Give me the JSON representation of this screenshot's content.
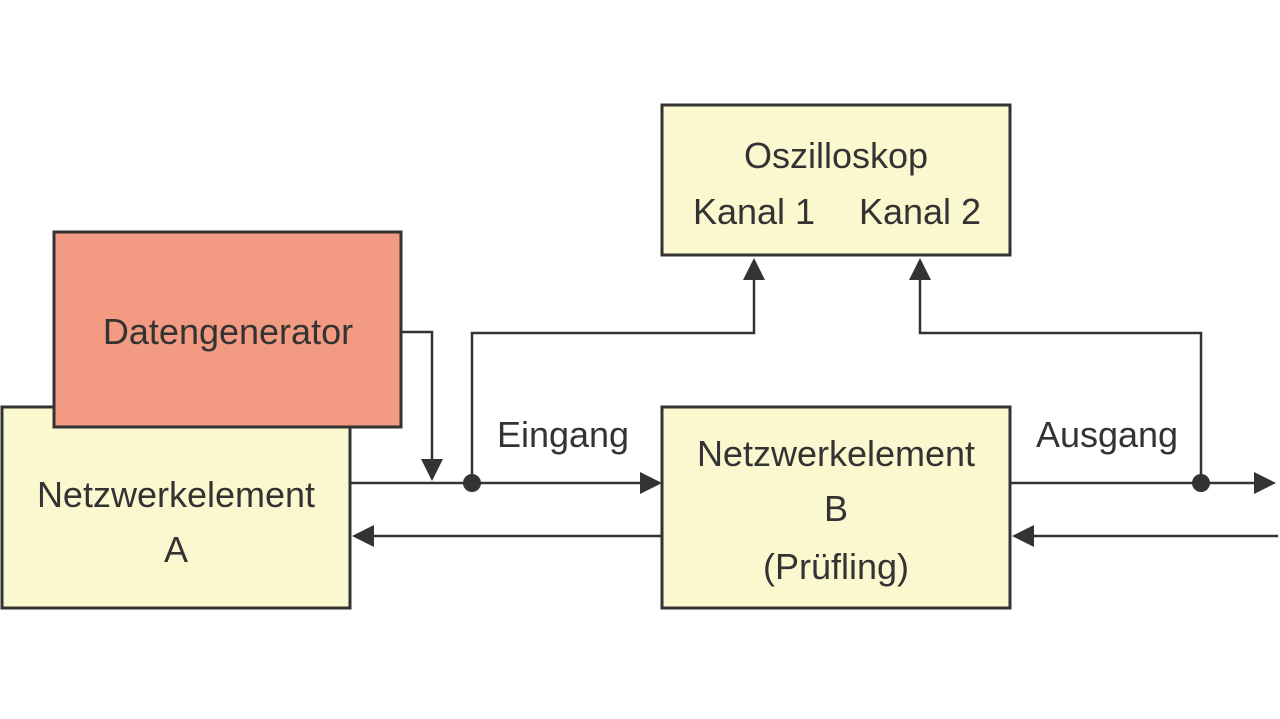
{
  "colors": {
    "box_fill": "#fbf8cf",
    "generator_fill": "#f29b82",
    "stroke": "#333333",
    "background": "#ffffff"
  },
  "boxes": {
    "oscilloscope": {
      "title": "Oszilloskop",
      "channel1": "Kanal 1",
      "channel2": "Kanal 2"
    },
    "generator": {
      "label": "Datengenerator"
    },
    "element_a": {
      "line1": "Netzwerkelement",
      "line2": "A"
    },
    "element_b": {
      "line1": "Netzwerkelement",
      "line2": "B",
      "line3": "(Prüfling)"
    }
  },
  "labels": {
    "input": "Eingang",
    "output": "Ausgang"
  }
}
